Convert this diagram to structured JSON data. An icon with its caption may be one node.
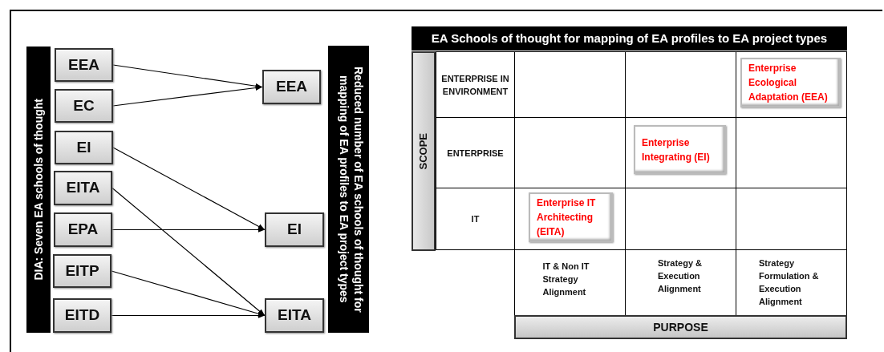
{
  "diagram": {
    "nodes": [
      {
        "text": [
          "DIA: Seven EA schools of thought"
        ]
      },
      {
        "text": [
          "EEA"
        ]
      },
      {
        "text": [
          "EC"
        ]
      },
      {
        "text": [
          "EI"
        ]
      },
      {
        "text": [
          "EITA"
        ]
      },
      {
        "text": [
          "EPA"
        ]
      },
      {
        "text": [
          "EITP"
        ]
      },
      {
        "text": [
          "EITD"
        ]
      },
      {
        "text": [
          "EEA"
        ]
      },
      {
        "text": [
          "EI"
        ]
      },
      {
        "text": [
          "EITA"
        ]
      },
      {
        "text": [
          "Reduced number of EA schools of thought for mapping of EA profiles to EA project types"
        ]
      },
      {
        "text": [
          "EA Schools of thought for mapping of EA profiles to EA project types"
        ]
      },
      {
        "text": [
          "SCOPE"
        ]
      },
      {
        "text": [
          "Enterprise Ecological Adaptation (EEA)"
        ]
      },
      {
        "text": [
          "Enterprise Integrating (EI)"
        ]
      },
      {
        "text": [
          "Enterprise IT Architecting (EITA)"
        ]
      },
      {
        "text": [
          "PURPOSE"
        ]
      }
    ],
    "edges": [
      {
        "from": 1,
        "to": 8,
        "arrow": "to"
      },
      {
        "from": 2,
        "to": 8,
        "arrow": "to"
      },
      {
        "from": 3,
        "to": 9,
        "arrow": "to"
      },
      {
        "from": 5,
        "to": 9,
        "arrow": "to"
      },
      {
        "from": 4,
        "to": 10,
        "arrow": "to"
      },
      {
        "from": 6,
        "to": 10,
        "arrow": "to"
      },
      {
        "from": 7,
        "to": 10,
        "arrow": "to"
      }
    ],
    "labels": [
      "ENTERPRISE IN ENVIRONMENT",
      "ENTERPRISE",
      "IT",
      "IT & Non IT Strategy Alignment",
      "Strategy & Execution Alignment",
      "Strategy Formulation & Execution Alignment"
    ]
  }
}
